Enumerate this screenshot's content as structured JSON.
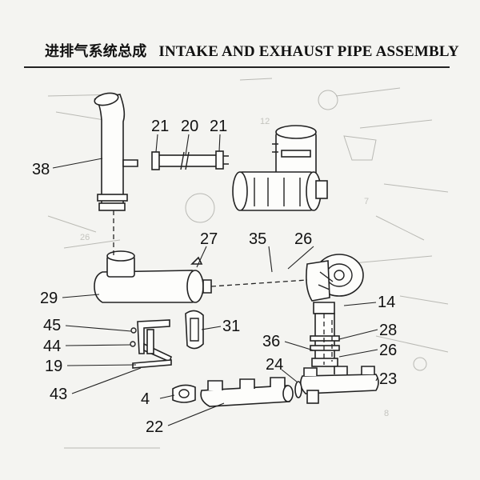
{
  "title": {
    "chinese": "进排气系统总成",
    "english": "INTAKE AND EXHAUST PIPE  ASSEMBLY"
  },
  "callouts": [
    "38",
    "21",
    "20",
    "21",
    "27",
    "35",
    "26",
    "29",
    "14",
    "45",
    "31",
    "44",
    "36",
    "28",
    "19",
    "26",
    "24",
    "23",
    "43",
    "4",
    "22"
  ]
}
